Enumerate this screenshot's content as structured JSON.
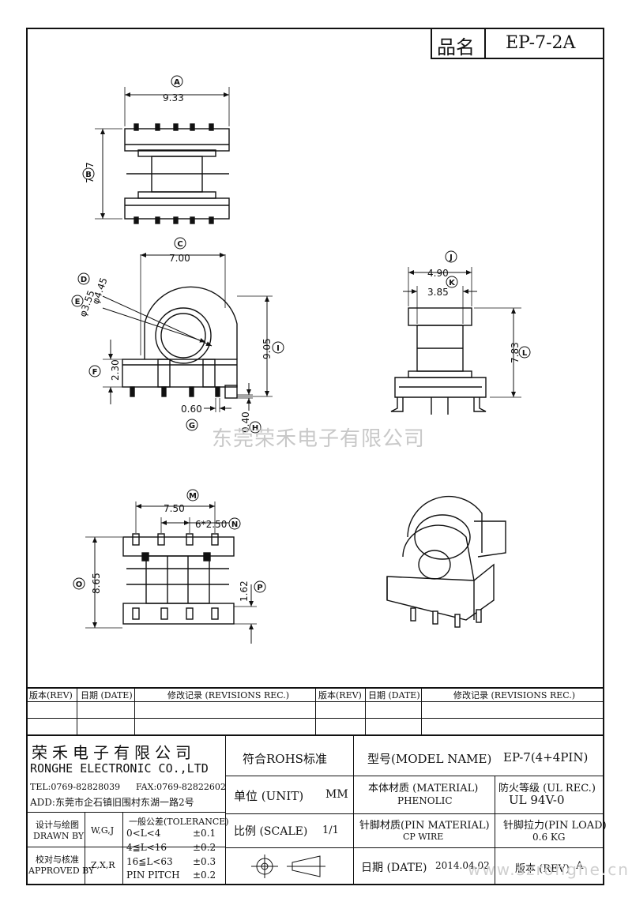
{
  "header": {
    "pin_name_label": "品名",
    "part_name": "EP-7-2A"
  },
  "watermark": {
    "company_cn": "东莞荣禾电子有限公司",
    "website": "www.szronghe.cn"
  },
  "dimensions": {
    "A": {
      "letter": "A",
      "value": "9.33"
    },
    "B": {
      "letter": "B",
      "value": "7.67"
    },
    "C": {
      "letter": "C",
      "value": "7.00"
    },
    "D": {
      "letter": "D",
      "value": "φ4.45"
    },
    "E": {
      "letter": "E",
      "value": "φ3.55"
    },
    "F": {
      "letter": "F",
      "value": "2.30"
    },
    "G": {
      "letter": "G",
      "value": "0.60"
    },
    "H": {
      "letter": "H",
      "value": "0.40"
    },
    "I": {
      "letter": "I",
      "value": "9.05"
    },
    "J": {
      "letter": "J",
      "value": "4.90"
    },
    "K": {
      "letter": "K",
      "value": "3.85"
    },
    "L": {
      "letter": "L",
      "value": "7.83"
    },
    "M": {
      "letter": "M",
      "value": "7.50"
    },
    "N": {
      "letter": "N",
      "value": "6*2.50"
    },
    "O": {
      "letter": "O",
      "value": "8.65"
    },
    "P": {
      "letter": "P",
      "value": "1.62"
    }
  },
  "revisions": {
    "headers": [
      "版本(REV)",
      "日期 (DATE)",
      "修改记录 (REVISIONS REC.)",
      "版本(REV)",
      "日期 (DATE)",
      "修改记录 (REVISIONS REC.)"
    ]
  },
  "title_block": {
    "company_cn": "荣禾电子有限公司",
    "company_en": "RONGHE ELECTRONIC CO.,LTD",
    "tel": "TEL:0769-82828039",
    "fax": "FAX:0769-82822602",
    "address": "ADD:东莞市企石镇旧围村东湖一路2号",
    "rohs": "符合ROHS标准",
    "model_label": "型号(MODEL NAME)",
    "model_value": "EP-7(4+4PIN)",
    "unit_label": "单位 (UNIT)",
    "unit_value": "MM",
    "material_label": "本体材质 (MATERIAL)",
    "material_value": "PHENOLIC",
    "ul_label": "防火等级 (UL REC.)",
    "ul_value": "UL 94V-0",
    "scale_label": "比例 (SCALE)",
    "scale_value": "1/1",
    "pin_material_label": "针脚材质(PIN MATERIAL)",
    "pin_material_value": "CP WIRE",
    "pin_load_label": "针脚拉力(PIN LOAD)",
    "pin_load_value": "0.6 KG",
    "drawn_label_cn": "设计与绘图",
    "drawn_label_en": "DRAWN BY",
    "drawn_value": "W,G,J",
    "approved_label_cn": "校对与核准",
    "approved_label_en": "APPROVED BY",
    "approved_value": "Z,X,R",
    "tolerance_title": "一般公差(TOLERANCE)",
    "tolerances": [
      {
        "range": "0<L<4",
        "value": "±0.1"
      },
      {
        "range": "4≦L<16",
        "value": "±0.2"
      },
      {
        "range": "16≦L<63",
        "value": "±0.3"
      },
      {
        "range": "PIN PITCH",
        "value": "±0.2"
      }
    ],
    "date_label": "日期 (DATE)",
    "date_value": "2014.04.02",
    "rev_label": "版本 (REV)",
    "rev_value": "A"
  }
}
